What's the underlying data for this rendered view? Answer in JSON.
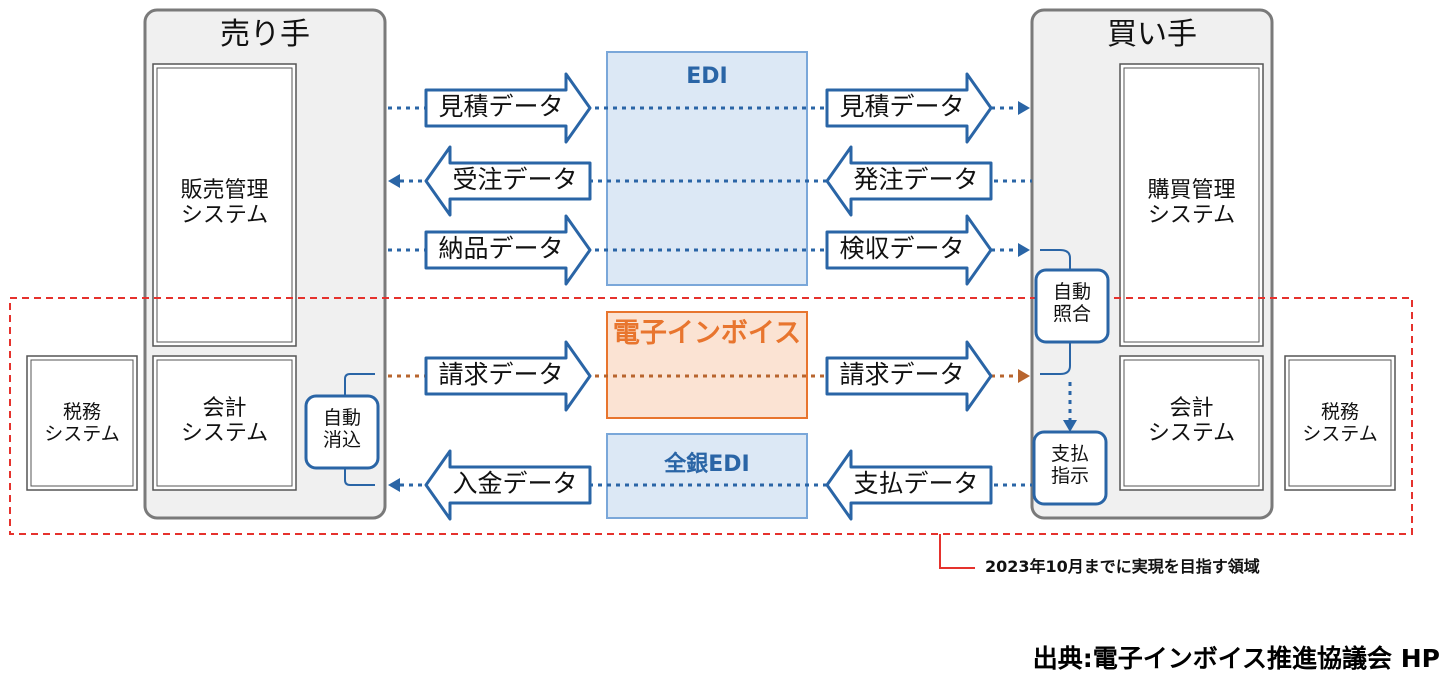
{
  "seller": {
    "title": "売り手",
    "sales_system": "販売管理\nシステム",
    "accounting_system": "会計\nシステム",
    "auto_clear": "自動\n消込"
  },
  "buyer": {
    "title": "買い手",
    "purchase_system": "購買管理\nシステム",
    "accounting_system": "会計\nシステム",
    "auto_match": "自動\n照合",
    "payment_instruction": "支払\n指示"
  },
  "tax_system_left": "税務\nシステム",
  "tax_system_right": "税務\nシステム",
  "channels": {
    "edi": "EDI",
    "e_invoice": "電子インボイス",
    "zengin_edi": "全銀EDI"
  },
  "arrows": {
    "quote_left": "見積データ",
    "quote_right": "見積データ",
    "order_left": "受注データ",
    "order_right": "発注データ",
    "delivery_left": "納品データ",
    "inspection_right": "検収データ",
    "invoice_left": "請求データ",
    "invoice_right": "請求データ",
    "deposit_left": "入金データ",
    "payment_right": "支払データ"
  },
  "region_note": "2023年10月までに実現を目指す領域",
  "source": "出典:電子インボイス推進協議会 HP",
  "colors": {
    "blue": "#2a65a6",
    "orange": "#e8752e",
    "dashed_region": "#e5322d",
    "party_fill": "#f0f0f0",
    "party_border": "#7a7a7a",
    "edi_fill": "#dce8f5",
    "invoice_fill": "#fbe3d3"
  }
}
